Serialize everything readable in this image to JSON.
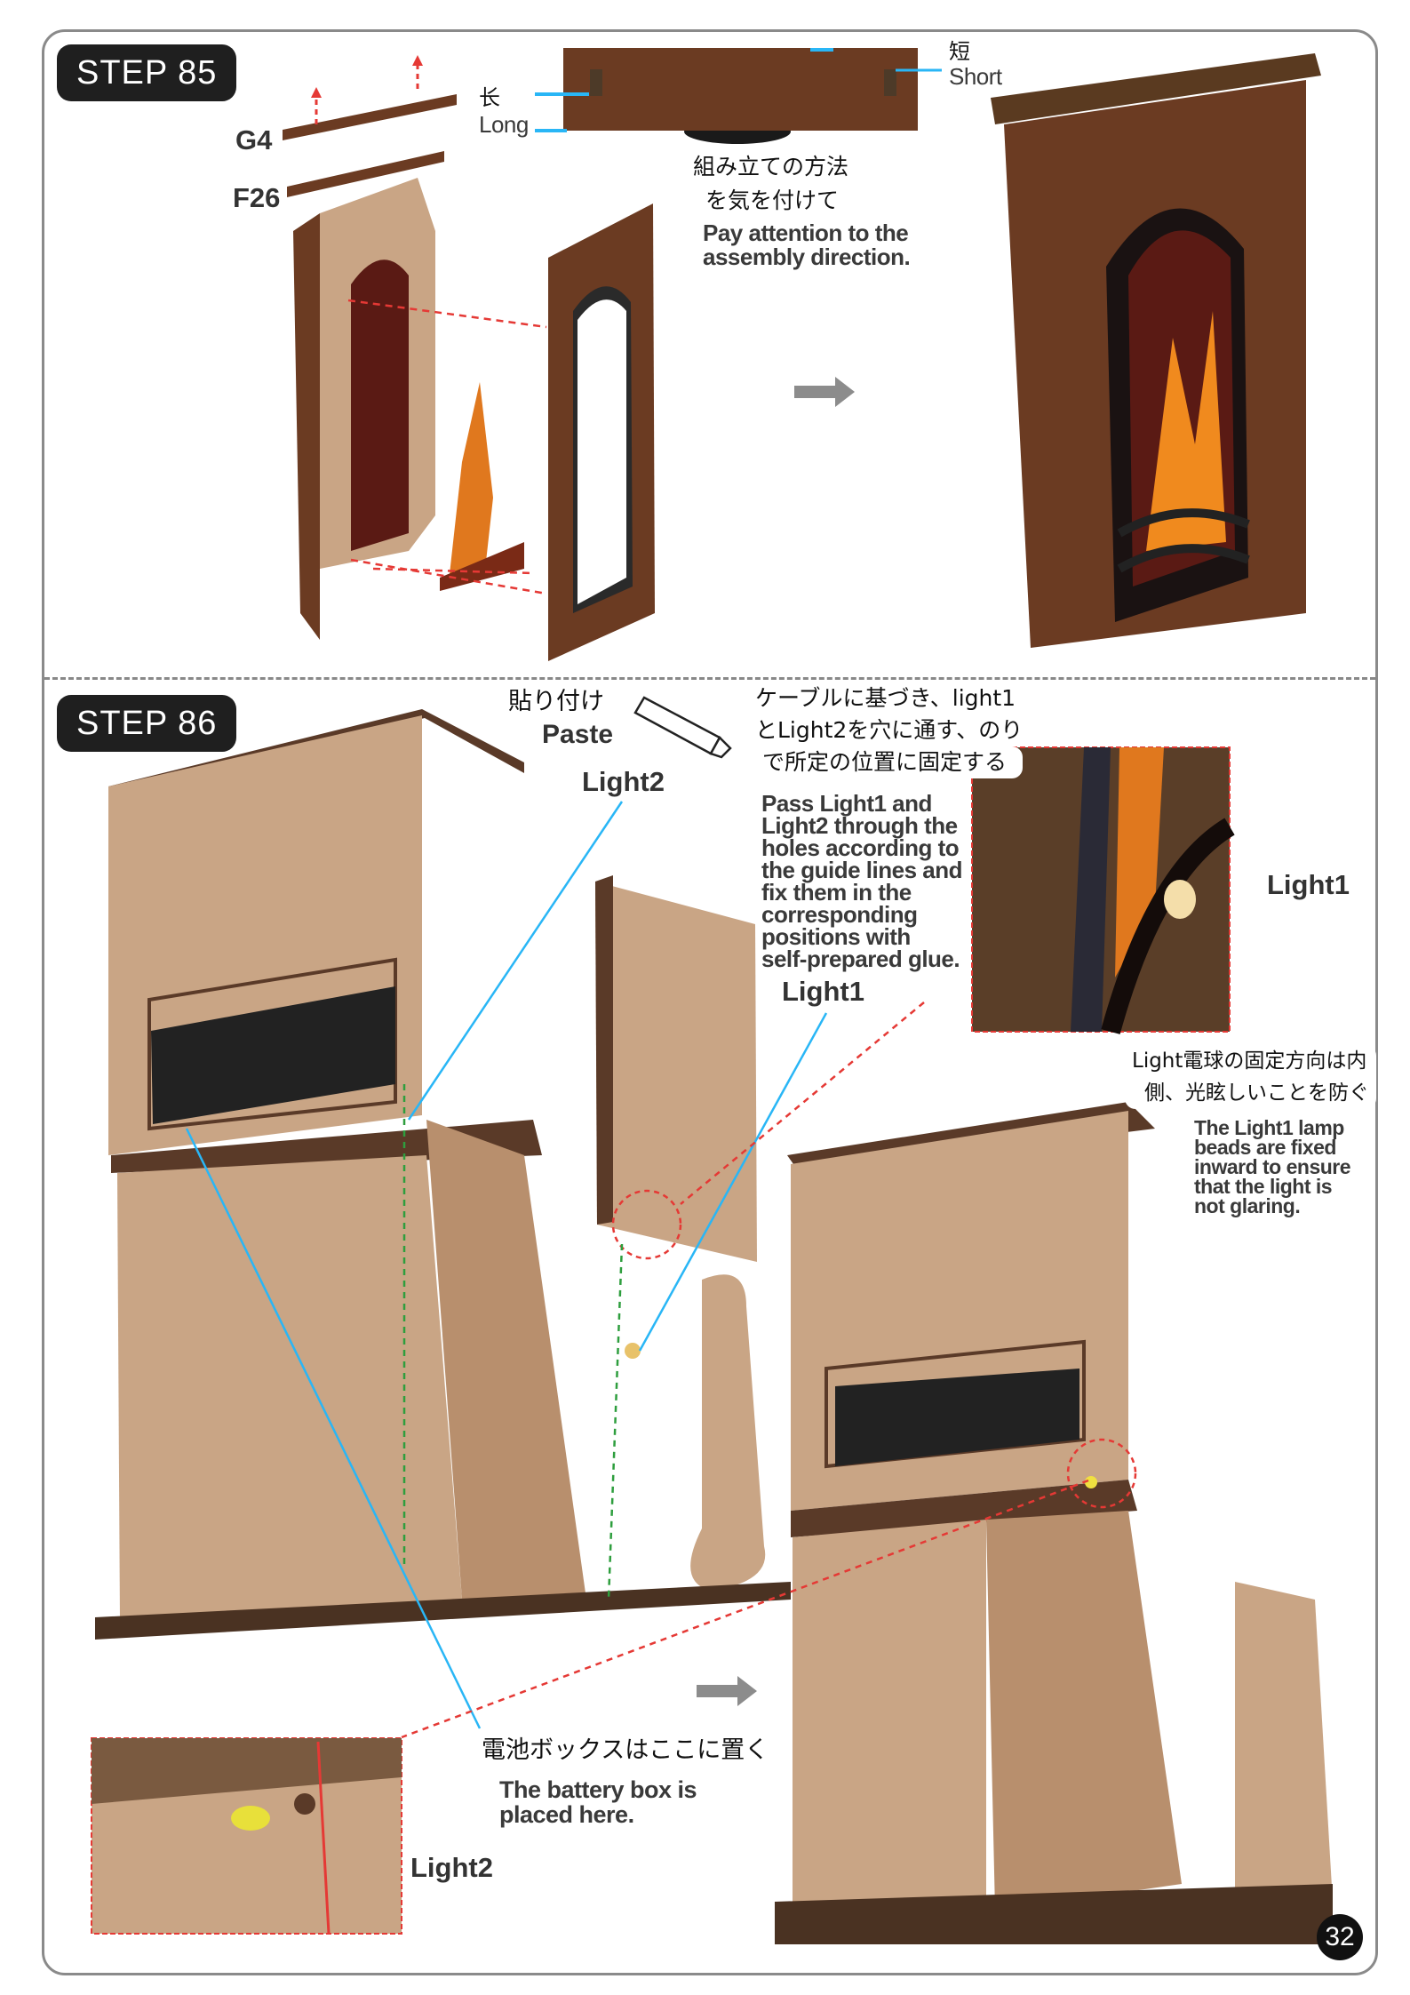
{
  "page_number": "32",
  "step85": {
    "badge": "STEP 85",
    "part_g4": "G4",
    "part_f26": "F26",
    "long_jp": "长",
    "long_en": "Long",
    "short_jp": "短",
    "short_en": "Short",
    "note_jp_line1": "組み立ての方法",
    "note_jp_line2": "を気を付けて",
    "note_en_line1": "Pay attention to the",
    "note_en_line2": "assembly direction."
  },
  "step86": {
    "badge": "STEP 86",
    "paste_jp": "貼り付け",
    "paste_en": "Paste",
    "light2_label": "Light2",
    "light1_label": "Light1",
    "inset_light1_label": "Light1",
    "instruction_jp": [
      "ケーブルに基づき、light1",
      "とLight2を穴に通す、のり",
      "で所定の位置に固定する"
    ],
    "instruction_en": [
      "Pass Light1 and",
      "Light2 through the",
      "holes according to",
      "the guide lines and",
      "fix them in the",
      "corresponding",
      "positions with",
      "self-prepared glue."
    ],
    "lamp_jp": [
      "Light電球の固定方向は内",
      "側、光眩しいことを防ぐ"
    ],
    "lamp_en": [
      "The Light1 lamp",
      "beads are fixed",
      "inward to ensure",
      "that the light is",
      "not glaring."
    ],
    "battery_jp": "電池ボックスはここに置く",
    "battery_en_line1": "The battery box is",
    "battery_en_line2": "placed here.",
    "bottom_light2_label": "Light2"
  },
  "colors": {
    "wood_dark": "#5a3320",
    "mdf": "#c9a585",
    "guide_red": "#e53935",
    "guide_blue": "#29b6f6",
    "guide_green": "#2e9e3e"
  }
}
